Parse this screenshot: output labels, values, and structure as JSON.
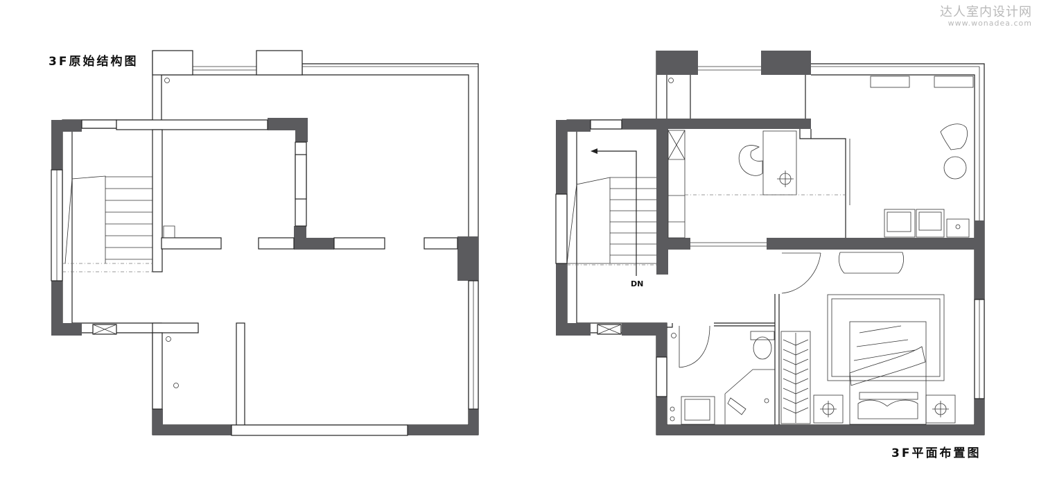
{
  "labels": {
    "original_plan": "3F原始结构图",
    "floor_plan": "3F平面布置图",
    "stair_arrow": "DN"
  },
  "watermark": {
    "site_name": "达人室内设计网",
    "url": "www.wonadea.com"
  },
  "colors": {
    "wall": "#5b5b5e",
    "line": "#222222",
    "watermark": "#b9b9b9"
  }
}
